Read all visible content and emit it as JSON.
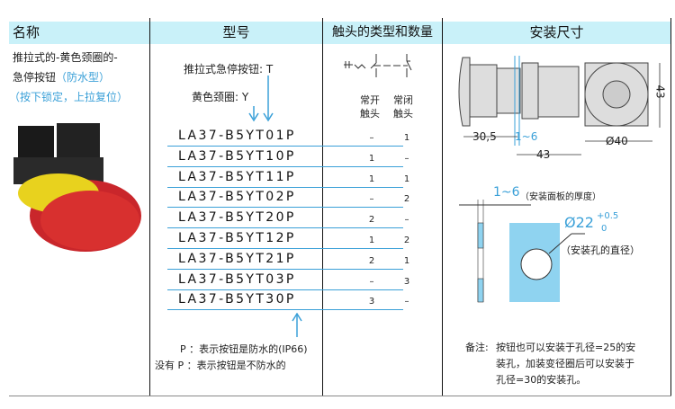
{
  "headers": {
    "name": "名称",
    "model": "型号",
    "contacts": "触头的类型和数量",
    "dims": "安装尺寸"
  },
  "name_col": {
    "line1": "推拉式的-黄色颈圈的-",
    "line2": "急停按钮",
    "waterproof": "（防水型）",
    "action": "（按下锁定，上拉复位）"
  },
  "model_col": {
    "push_pull_label": "推拉式急停按钮: T",
    "collar_label": "黄色颈圈: Y",
    "note_p": "P ：表示按钮是防水的(IP66)",
    "note_no_p": "没有 P ：表示按钮是不防水的"
  },
  "contacts_col": {
    "no_label": [
      "常开",
      "触头"
    ],
    "nc_label": [
      "常闭",
      "触头"
    ]
  },
  "rows": [
    {
      "model": "LA37-B5YT01P",
      "no": "–",
      "nc": "1"
    },
    {
      "model": "LA37-B5YT10P",
      "no": "1",
      "nc": "–"
    },
    {
      "model": "LA37-B5YT11P",
      "no": "1",
      "nc": "1"
    },
    {
      "model": "LA37-B5YT02P",
      "no": "–",
      "nc": "2"
    },
    {
      "model": "LA37-B5YT20P",
      "no": "2",
      "nc": "–"
    },
    {
      "model": "LA37-B5YT12P",
      "no": "1",
      "nc": "2"
    },
    {
      "model": "LA37-B5YT21P",
      "no": "2",
      "nc": "1"
    },
    {
      "model": "LA37-B5YT03P",
      "no": "–",
      "nc": "3"
    },
    {
      "model": "LA37-B5YT30P",
      "no": "3",
      "nc": "–"
    }
  ],
  "dims": {
    "d_30_5": "30,5",
    "d_1_6": "1~6",
    "d_43_h": "43",
    "d_43_v": "43",
    "d_40": "Ø40",
    "panel_thickness_value": "1~6",
    "panel_thickness_label": "（安装面板的厚度）",
    "hole_dia": "Ø22",
    "tol_upper": "+0.5",
    "tol_lower": "0",
    "hole_label": "（安装孔的直径）",
    "remark_label": "备注:",
    "remark_lines": [
      "按钮也可以安装于孔径=25的安",
      "装孔，加装变径圈后可以安装于",
      "孔径=30的安装孔。"
    ]
  },
  "colors": {
    "header_bg": "#c9f1f9",
    "accent": "#3aa0d8",
    "panel": "#8fd3f0"
  }
}
